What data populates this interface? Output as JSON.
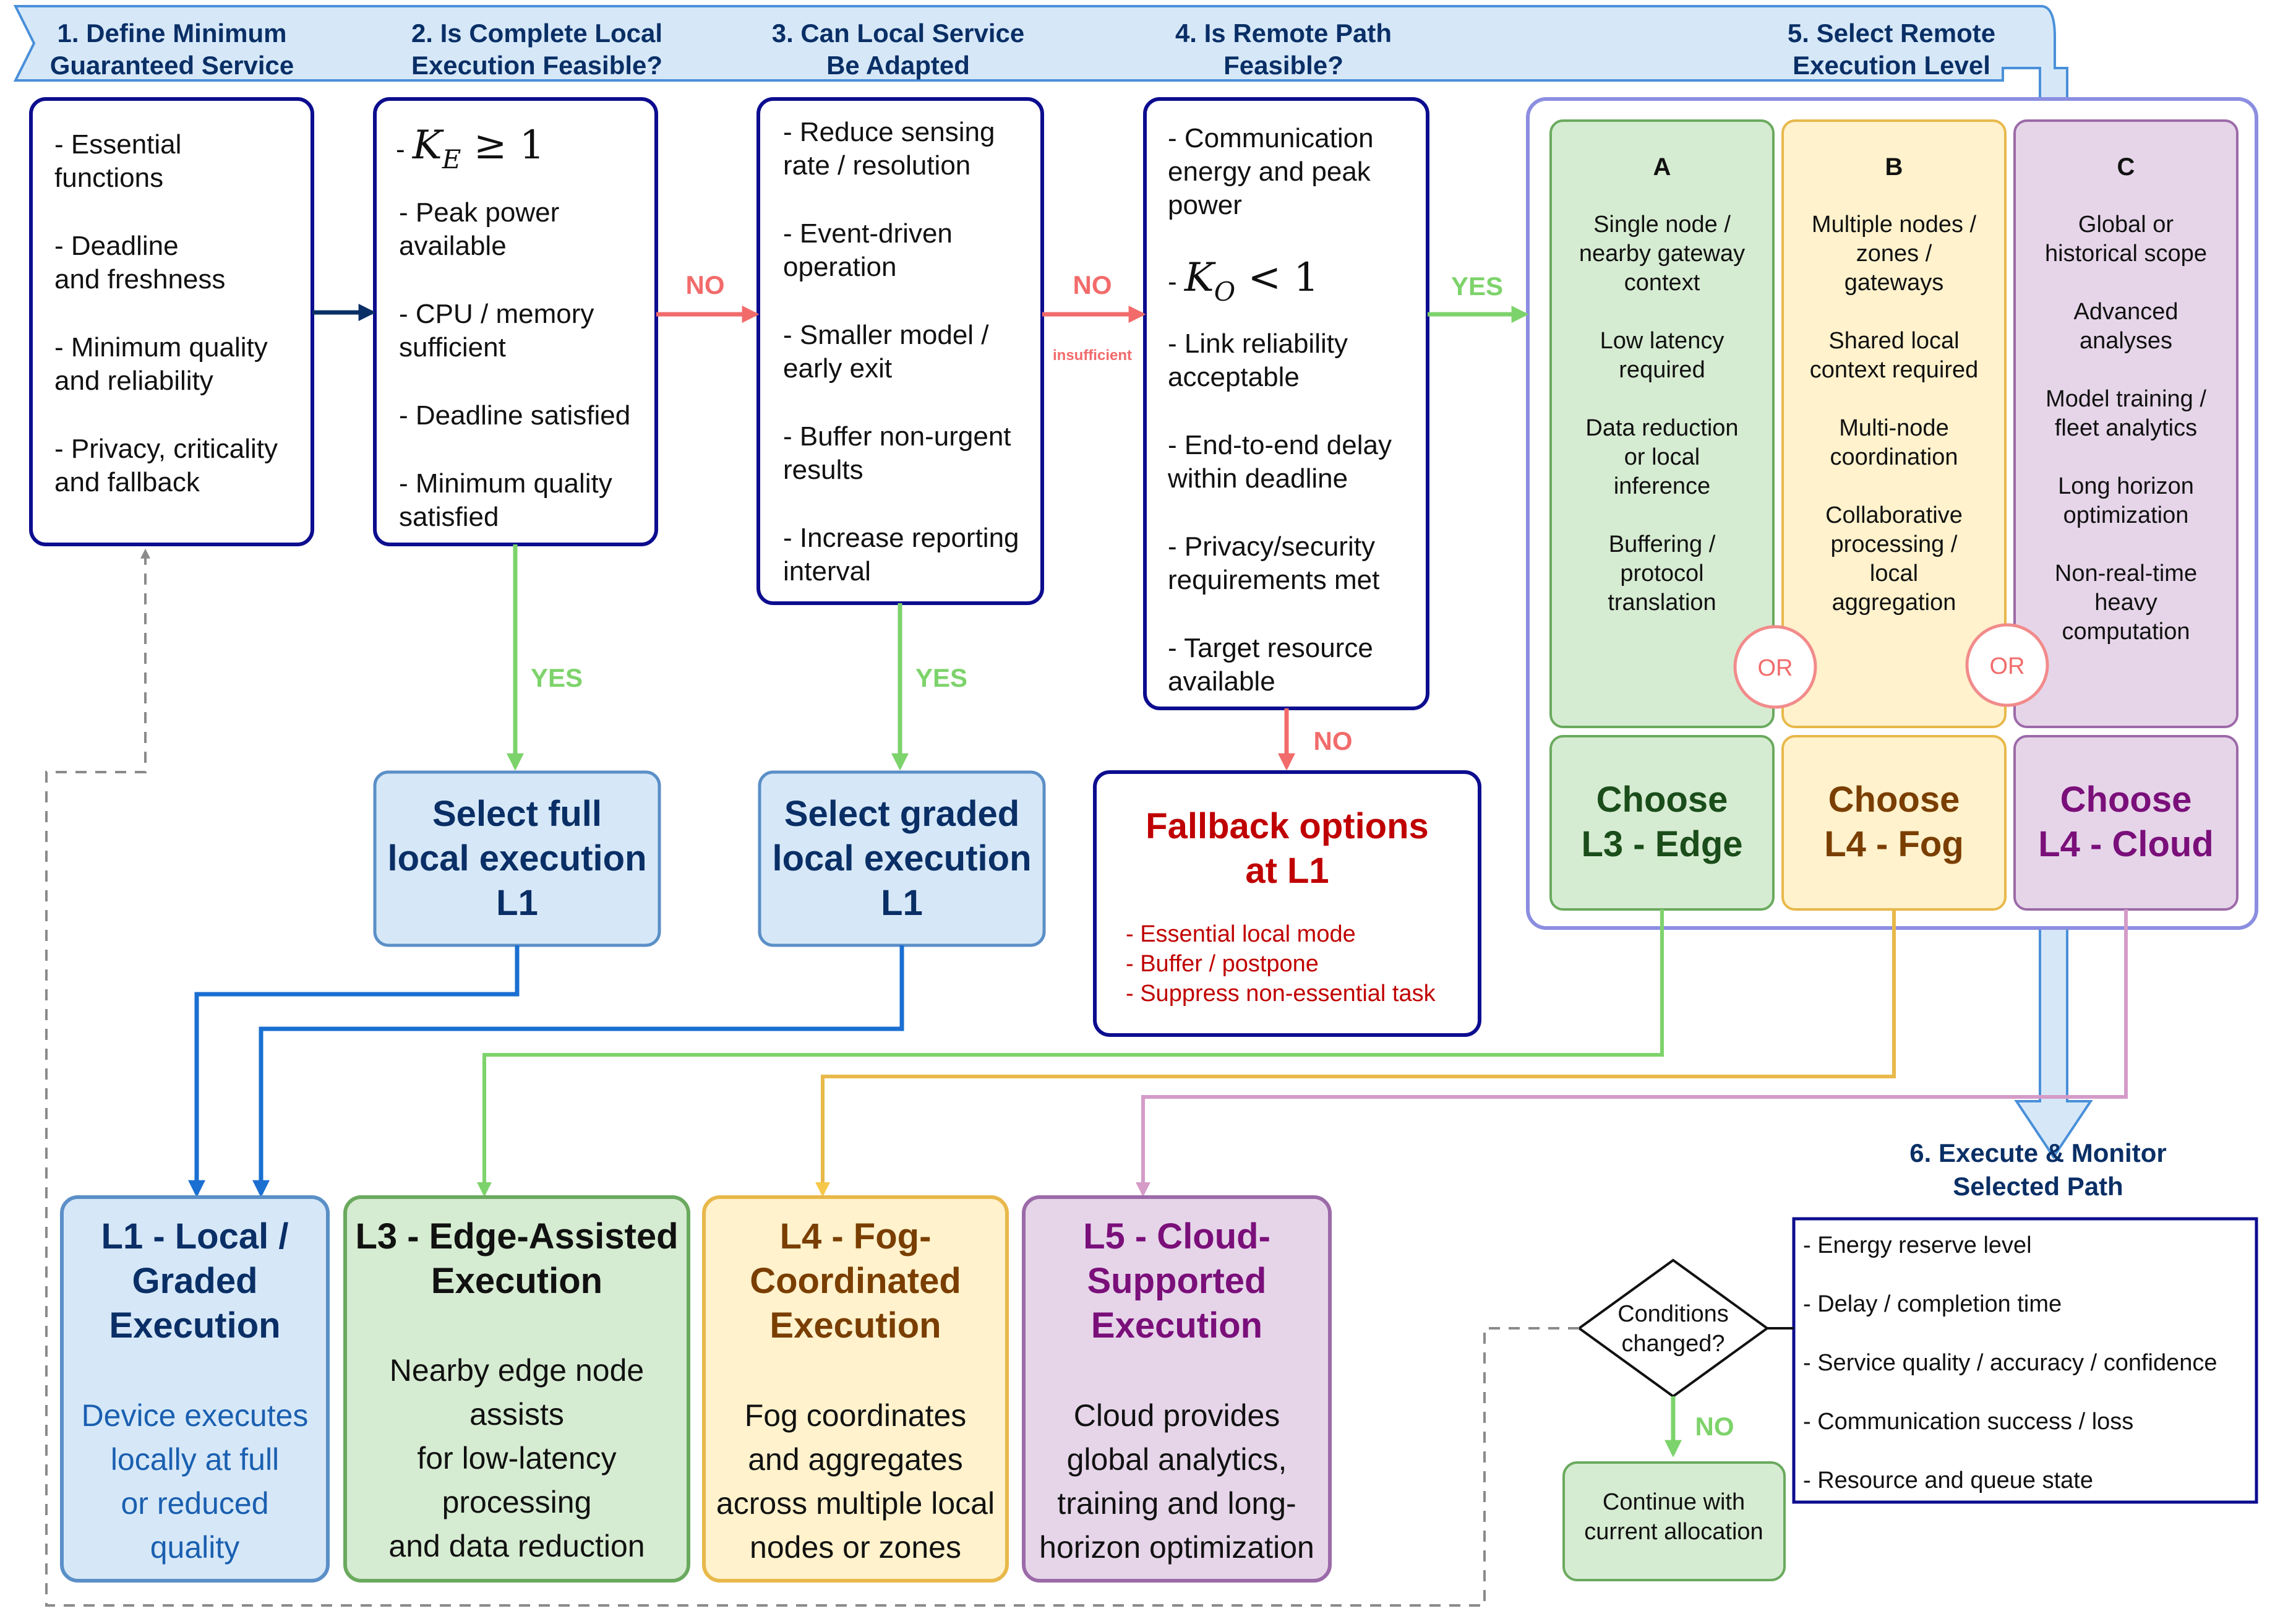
{
  "banner": {
    "steps": [
      "1. Define Minimum\nGuaranteed Service",
      "2. Is Complete Local\nExecution Feasible?",
      "3. Can Local Service\nBe Adapted",
      "4. Is Remote Path\nFeasible?",
      "5. Select Remote\nExecution Level"
    ]
  },
  "box1": {
    "lines": [
      "- Essential",
      "functions",
      "",
      "- Deadline",
      "and freshness",
      "",
      "- Minimum quality",
      "and reliability",
      "",
      "- Privacy, criticality",
      "and fallback"
    ]
  },
  "box2": {
    "formula": "K_E ≥ 1",
    "lines": [
      "- Peak power",
      "available",
      "",
      "- CPU / memory",
      "sufficient",
      "",
      "- Deadline satisfied",
      "",
      "- Minimum quality",
      "satisfied"
    ]
  },
  "box3": {
    "lines": [
      "- Reduce sensing",
      "rate / resolution",
      "",
      "- Event-driven",
      "operation",
      "",
      "- Smaller model /",
      "early exit",
      "",
      "- Buffer non-urgent",
      "results",
      "",
      "- Increase reporting",
      "interval"
    ]
  },
  "box4": {
    "lines_top": [
      "- Communication",
      "energy and peak",
      "power"
    ],
    "formula": "K_O < 1",
    "lines_bottom": [
      "- Link reliability",
      "acceptable",
      "",
      "- End-to-end delay",
      "within deadline",
      "",
      "- Privacy/security",
      "requirements met",
      "",
      "- Target resource",
      "available"
    ]
  },
  "labels": {
    "no": "NO",
    "yes": "YES",
    "insufficient": "insufficient",
    "or": "OR"
  },
  "remote_options": [
    {
      "letter": "A",
      "lines": [
        "Single node /",
        "nearby gateway",
        "context",
        "",
        "Low latency",
        "required",
        "",
        "Data reduction",
        "or local",
        "inference",
        "",
        "Buffering /",
        "protocol",
        "translation"
      ],
      "choose": [
        "Choose",
        "L3 - Edge"
      ]
    },
    {
      "letter": "B",
      "lines": [
        "Multiple nodes /",
        "zones /",
        "gateways",
        "",
        "Shared local",
        "context required",
        "",
        "Multi-node",
        "coordination",
        "",
        "Collaborative",
        "processing /",
        "local",
        "aggregation"
      ],
      "choose": [
        "Choose",
        "L4 - Fog"
      ]
    },
    {
      "letter": "C",
      "lines": [
        "Global or",
        "historical scope",
        "",
        "Advanced",
        "analyses",
        "",
        "Model training /",
        "fleet analytics",
        "",
        "Long horizon",
        "optimization",
        "",
        "Non-real-time",
        "heavy",
        "computation"
      ],
      "choose": [
        "Choose",
        "L4 - Cloud"
      ]
    }
  ],
  "select_full": [
    "Select full",
    "local execution",
    "L1"
  ],
  "select_graded": [
    "Select graded",
    "local execution",
    "L1"
  ],
  "fallback": {
    "title": [
      "Fallback options",
      "at L1"
    ],
    "items": [
      "- Essential local mode",
      "- Buffer / postpone",
      "- Suppress non-essential task"
    ]
  },
  "results": [
    {
      "title": [
        "L1 - Local /",
        "Graded",
        "Execution"
      ],
      "body": [
        "Device executes",
        "locally at full",
        "or reduced",
        "quality"
      ]
    },
    {
      "title": [
        "L3 - Edge-Assisted",
        "Execution"
      ],
      "body": [
        "Nearby edge node",
        "assists",
        "for low-latency",
        "processing",
        "and data reduction"
      ]
    },
    {
      "title": [
        "L4 - Fog-",
        "Coordinated",
        "Execution"
      ],
      "body": [
        "Fog coordinates",
        "and aggregates",
        "across multiple local",
        "nodes or zones"
      ]
    },
    {
      "title": [
        "L5 - Cloud-",
        "Supported",
        "Execution"
      ],
      "body": [
        "Cloud provides",
        "global analytics,",
        "training and long-",
        "horizon optimization"
      ]
    }
  ],
  "monitor": {
    "title": [
      "6. Execute & Monitor",
      "Selected Path"
    ],
    "items": [
      "- Energy reserve level",
      "- Delay / completion time",
      "- Service quality / accuracy / confidence",
      "- Communication success / loss",
      "- Resource and queue state"
    ]
  },
  "decision": [
    "Conditions",
    "changed?"
  ],
  "continue": [
    "Continue with",
    "current allocation"
  ],
  "colors": {
    "navy": "#0d0d8f",
    "darkblue": "#0a2f66",
    "blue_fill": "#d6e8f8",
    "blue_stroke": "#5b8fc7",
    "green_fill": "#d6ecd2",
    "green_stroke": "#6aaa5e",
    "yellow_fill": "#fff2cc",
    "yellow_stroke": "#e8b84a",
    "purple_fill": "#e6d5e9",
    "purple_stroke": "#9c6aa8",
    "red": "#c00000",
    "coral": "#f26b6b",
    "lime": "#7dd36b"
  }
}
